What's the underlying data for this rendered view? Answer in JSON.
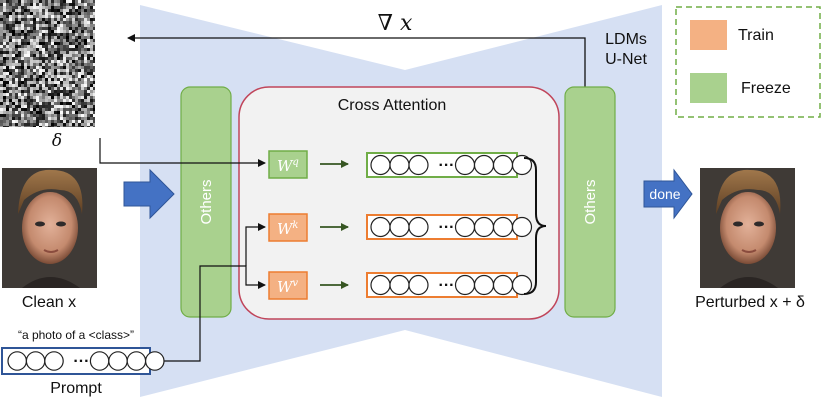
{
  "gradient_label": "∇ x",
  "unet_label": [
    "LDMs",
    "U-Net"
  ],
  "legend": {
    "train": {
      "label": "Train",
      "color": "#f4b183"
    },
    "freeze": {
      "label": "Freeze",
      "color": "#a9d18e"
    }
  },
  "delta_label": "δ",
  "clean_label": "Clean x",
  "perturbed_label": "Perturbed x + δ",
  "cross_attention_label": "Cross Attention",
  "others_left": "Others",
  "others_right": "Others",
  "done_label": "done",
  "prompt_text": "“a photo of a <class>”",
  "prompt_label": "Prompt",
  "weights": {
    "q": "W",
    "q_sup": "q",
    "k": "W",
    "k_sup": "k",
    "v": "W",
    "v_sup": "v"
  },
  "token_ellipsis": "···",
  "colors": {
    "unet_bg": "#d6e0f3",
    "others_fill": "#a9d18e",
    "others_stroke": "#70ad47",
    "cross_stroke": "#c0455a",
    "cross_fill": "#f2f2f2",
    "arrow_blue": "#4472c4",
    "train_stroke": "#ed7d31",
    "freeze_stroke": "#70ad47",
    "prompt_stroke": "#2f5597"
  }
}
